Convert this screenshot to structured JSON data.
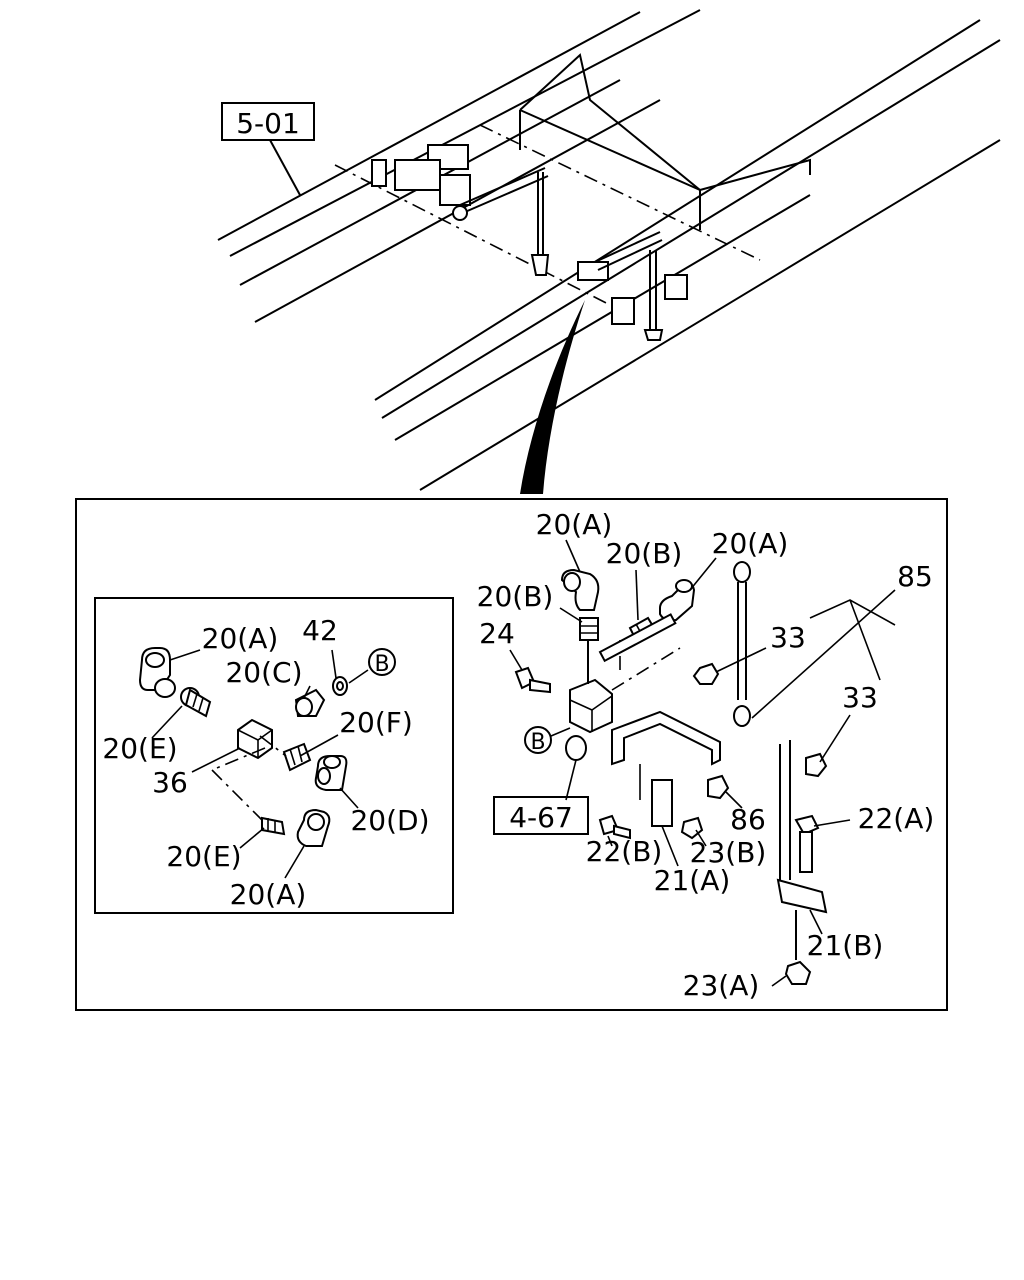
{
  "reference_boxes": {
    "top": "5-01",
    "bottom": "4-67"
  },
  "callouts_main": {
    "c20a_top": "20(A)",
    "c20b_top": "20(B)",
    "c20a_right": "20(A)",
    "c20b_left": "20(B)",
    "c85": "85",
    "c24": "24",
    "c33_a": "33",
    "c33_b": "33",
    "circle_b": "B",
    "c22a": "22(A)",
    "c86": "86",
    "c22b": "22(B)",
    "c23b": "23(B)",
    "c21a": "21(A)",
    "c21b": "21(B)",
    "c23a": "23(A)"
  },
  "callouts_inset": {
    "c20a_1": "20(A)",
    "c42": "42",
    "circle_b": "B",
    "c20c": "20(C)",
    "c20f": "20(F)",
    "c20e_1": "20(E)",
    "c36": "36",
    "c20d": "20(D)",
    "c20e_2": "20(E)",
    "c20a_2": "20(A)"
  }
}
